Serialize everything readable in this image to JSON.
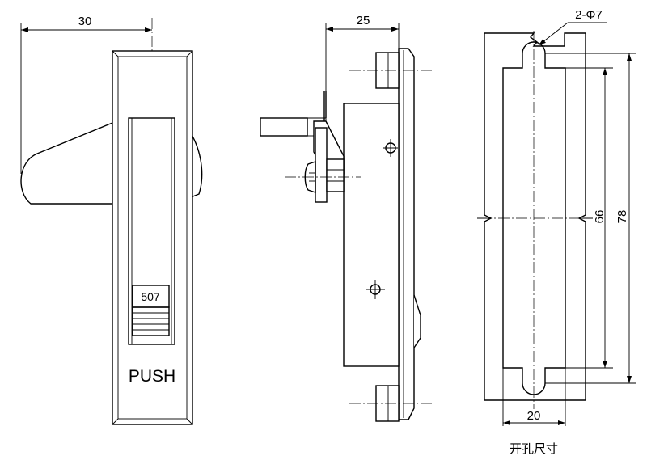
{
  "front_view": {
    "dimension_width": "30",
    "push_label": "PUSH",
    "model_label": "507"
  },
  "side_view": {
    "dimension_depth": "25"
  },
  "cutout_view": {
    "hole_label": "2-Φ7",
    "dimension_inner_height": "66",
    "dimension_outer_height": "78",
    "dimension_width": "20",
    "caption": "开孔尺寸"
  }
}
